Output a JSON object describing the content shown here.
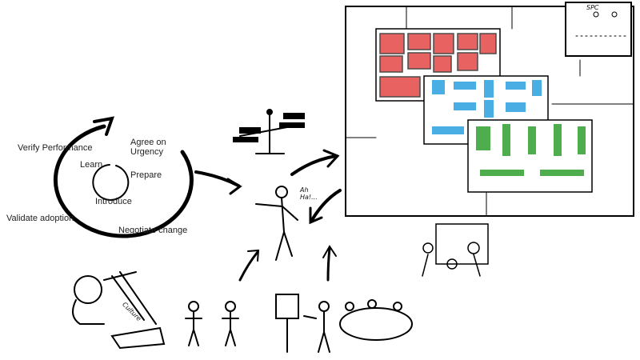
{
  "cycle": {
    "outer": [
      "Agree on Urgency",
      "Negotiate change",
      "Validate adoption",
      "Verify Performance"
    ],
    "inner": [
      "Prepare",
      "Introduce",
      "Learn"
    ]
  },
  "annotations": {
    "exclamation": "Ah Ha!...",
    "chart_label": "SPC",
    "microscope_label": "Culture"
  },
  "colors": {
    "red": "#e02020",
    "blue": "#2aa0e0",
    "green": "#30a030"
  }
}
